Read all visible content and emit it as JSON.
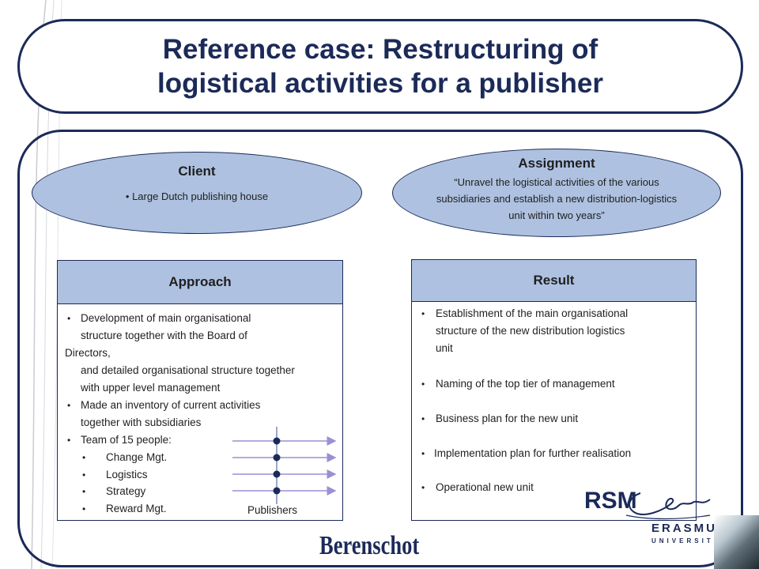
{
  "slide": {
    "title_line1": "Reference case: Restructuring of",
    "title_line2": "logistical activities for a publisher"
  },
  "client": {
    "title": "Client",
    "items": [
      "Large Dutch publishing house"
    ]
  },
  "assignment": {
    "title": "Assignment",
    "lines": [
      "“Unravel the logistical activities of the various",
      "subsidiaries and establish a new distribution-logistics",
      "unit within two years”"
    ]
  },
  "approach": {
    "title": "Approach",
    "lines": [
      "Development of main organisational",
      "structure together with the Board of",
      "Directors,",
      "and detailed organisational structure together",
      "with upper level management",
      "Made an inventory of current activities",
      "together with subsidiaries",
      "Team of 15 people:",
      "Change Mgt.",
      "Logistics",
      "Strategy",
      "Reward Mgt."
    ],
    "publishers_label": "Publishers"
  },
  "result": {
    "title": "Result",
    "lines": [
      "Establishment of the main organisational",
      "structure of the new distribution logistics",
      "unit",
      "Naming of the top tier of management",
      "Business plan for the new unit",
      "Implementation plan for further realisation",
      "Operational new unit"
    ]
  },
  "logos": {
    "rsm": "RSM",
    "erasmus": "ERASMUS",
    "university": "UNIVERSITY",
    "berenschot": "Berenschot"
  },
  "colors": {
    "navy": "#1b2a58",
    "fill": "#aec1e0",
    "arrow": "#9a8fd6"
  }
}
